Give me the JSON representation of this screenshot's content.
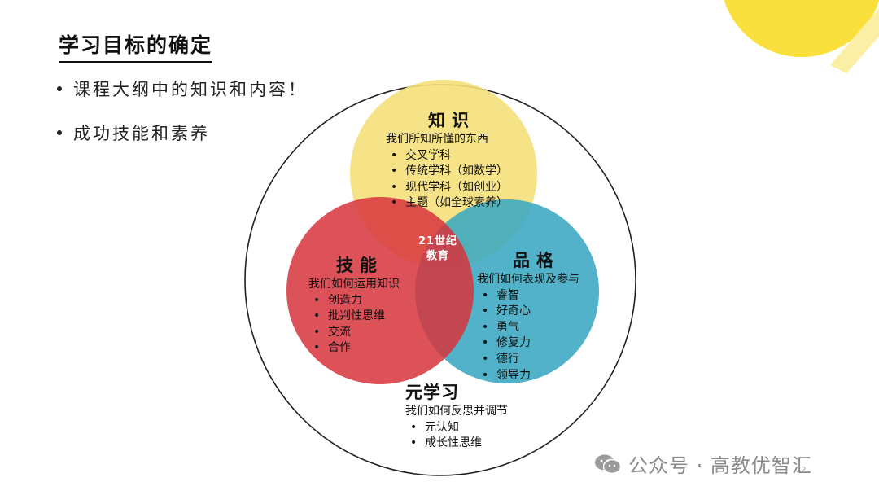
{
  "slide": {
    "title": "学习目标的确定",
    "bullets": [
      "课程大纲中的知识和内容！",
      "成功技能和素养"
    ],
    "page_number": "22"
  },
  "diagram": {
    "center": "21世纪\n教育",
    "knowledge": {
      "title": "知识",
      "subtitle": "我们所知所懂的东西",
      "items": [
        "交叉学科",
        "传统学科（如数学）",
        "现代学科（如创业）",
        "主题（如全球素养）"
      ]
    },
    "skills": {
      "title": "技能",
      "subtitle": "我们如何运用知识",
      "items": [
        "创造力",
        "批判性思维",
        "交流",
        "合作"
      ]
    },
    "character": {
      "title": "品格",
      "subtitle": "我们如何表现及参与",
      "items": [
        "睿智",
        "好奇心",
        "勇气",
        "修复力",
        "德行",
        "领导力"
      ]
    },
    "meta_learning": {
      "title": "元学习",
      "subtitle": "我们如何反思并调节",
      "items": [
        "元认知",
        "成长性思维"
      ]
    }
  },
  "watermark": {
    "text": "公众号 · 高教优智汇",
    "icon": "wechat-icon"
  },
  "colors": {
    "knowledge": "#F6E07A",
    "skills": "#D7343C",
    "character": "#3AA7C2",
    "accent_yellow": "#FAE03C"
  }
}
